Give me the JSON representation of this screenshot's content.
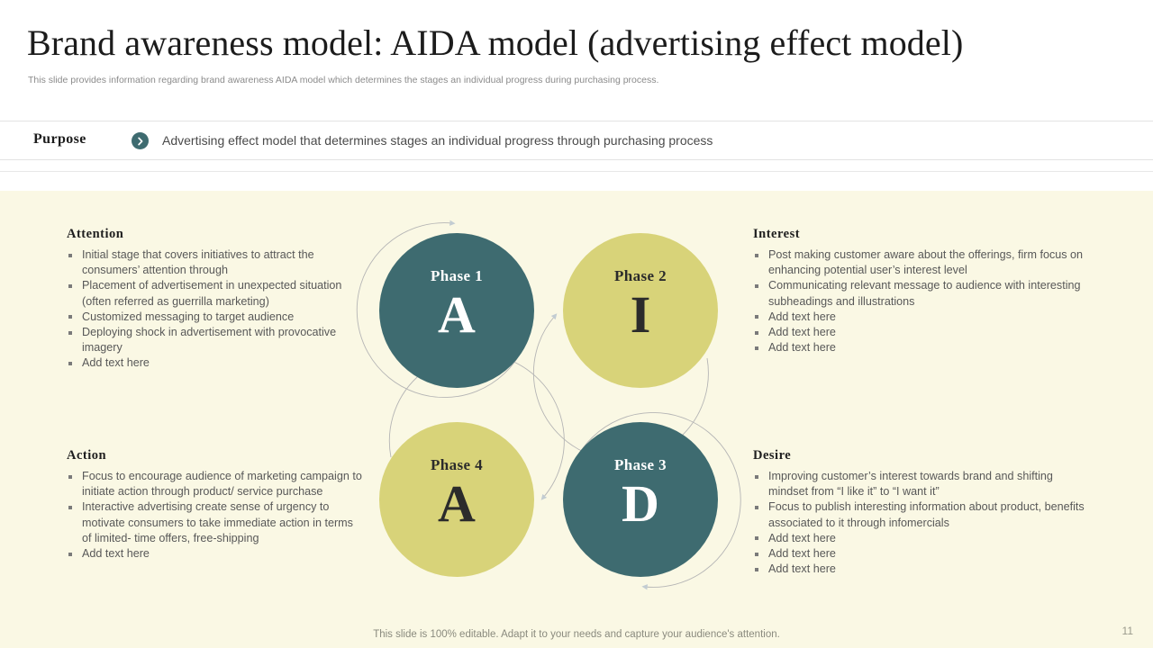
{
  "header": {
    "title": "Brand awareness model: AIDA model (advertising effect model)",
    "subtitle": "This slide provides information regarding brand awareness AIDA model which determines the stages an individual progress during purchasing process."
  },
  "purpose": {
    "label": "Purpose",
    "icon": "chevron-right-circle-icon",
    "text": "Advertising effect model that determines stages an individual progress through purchasing process"
  },
  "colors": {
    "teal": "#3e6b70",
    "olive": "#d8d379",
    "panel_background": "#faf8e4",
    "arc": "#b9b9b9"
  },
  "diagram": {
    "type": "cycle",
    "circles": [
      {
        "phase": "Phase 1",
        "letter": "A",
        "color": "teal",
        "position": "top-left"
      },
      {
        "phase": "Phase 2",
        "letter": "I",
        "color": "olive",
        "position": "top-right"
      },
      {
        "phase": "Phase 3",
        "letter": "D",
        "color": "teal",
        "position": "bottom-right"
      },
      {
        "phase": "Phase 4",
        "letter": "A",
        "color": "olive",
        "position": "bottom-left"
      }
    ]
  },
  "blocks": {
    "attention": {
      "title": "Attention",
      "bullets": [
        "Initial stage that covers initiatives to attract the consumers’ attention through",
        "Placement of advertisement in unexpected situation (often referred as guerrilla marketing)",
        "Customized messaging to target audience",
        "Deploying shock in advertisement with provocative imagery",
        "Add text here"
      ]
    },
    "interest": {
      "title": "Interest",
      "bullets": [
        "Post making customer aware about the offerings, firm focus on enhancing potential user’s interest level",
        "Communicating relevant message to audience with interesting subheadings and illustrations",
        "Add text here",
        "Add text here",
        "Add text here"
      ]
    },
    "action": {
      "title": "Action",
      "bullets": [
        "Focus to encourage audience of marketing campaign to initiate action through product/ service purchase",
        "Interactive advertising create sense of urgency to motivate consumers to take immediate action in terms of limited- time offers, free-shipping",
        "Add text here"
      ]
    },
    "desire": {
      "title": "Desire",
      "bullets": [
        "Improving customer’s interest towards brand and shifting mindset from “I like it” to “I want it”",
        "Focus to publish interesting information about product, benefits associated to it through infomercials",
        "Add text here",
        "Add text here",
        "Add text here"
      ]
    }
  },
  "footer": {
    "note": "This slide is 100% editable. Adapt it to your needs and capture your audience's attention.",
    "page_number": "11"
  }
}
